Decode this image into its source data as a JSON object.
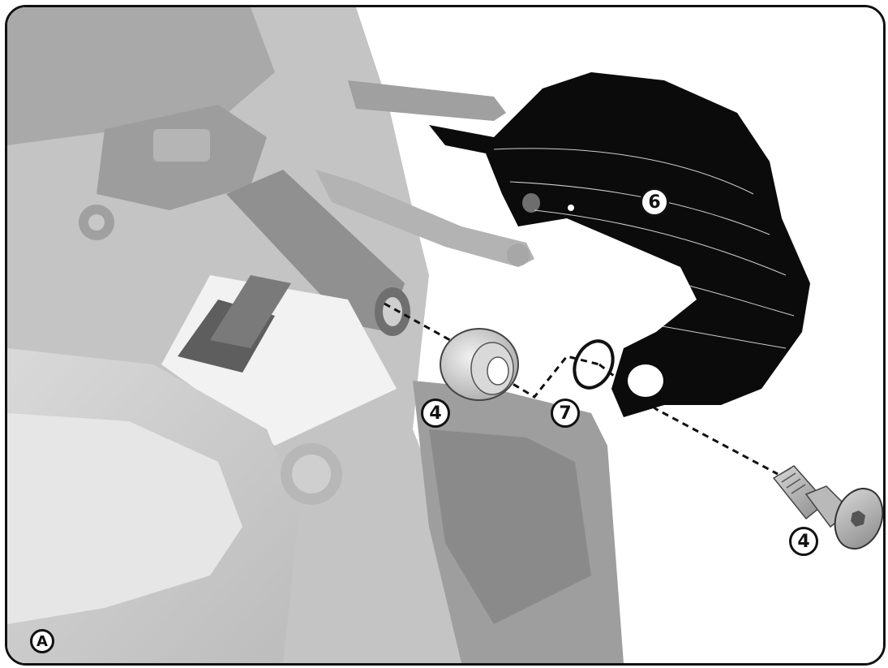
{
  "step_label": "A",
  "callouts": {
    "part_6": "6",
    "part_4_spacer": "4",
    "part_7": "7",
    "part_4_screw": "4"
  },
  "colors": {
    "photo_gray": "#bdbdbd",
    "photo_dark": "#8e8e8e",
    "photo_light": "#e4e4e4",
    "guard_black": "#0b0b0b",
    "line": "#111111"
  },
  "icons": [
    "handguard-icon",
    "spacer-icon",
    "o-ring-icon",
    "screw-icon",
    "motorcycle-photo"
  ]
}
